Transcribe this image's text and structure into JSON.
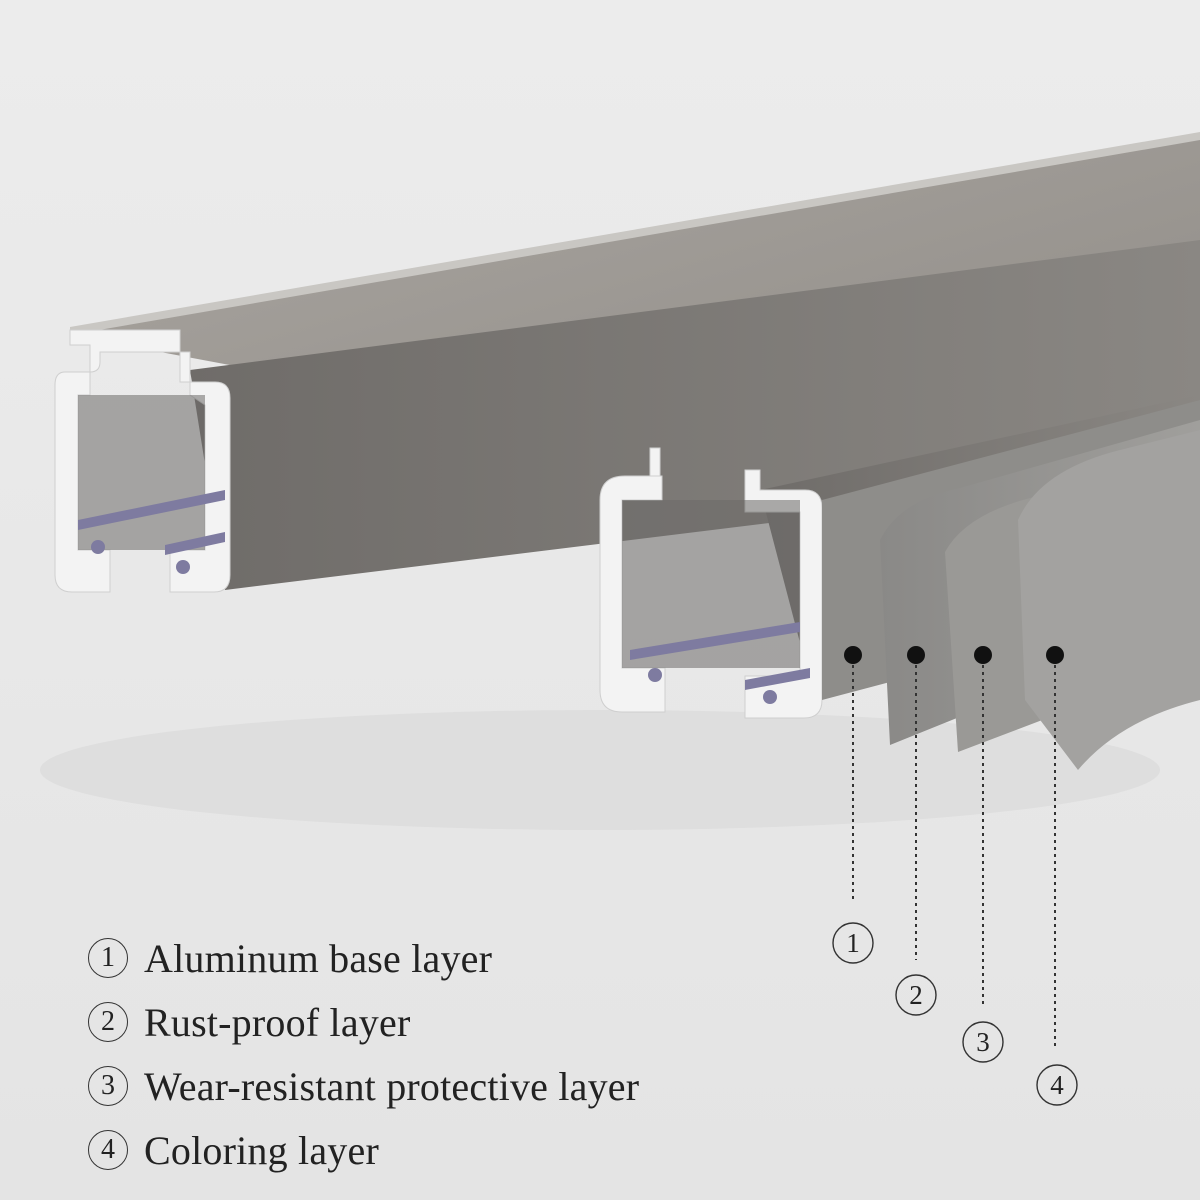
{
  "layers": [
    {
      "number": "1",
      "label": "Aluminum base layer"
    },
    {
      "number": "2",
      "label": "Rust-proof layer"
    },
    {
      "number": "3",
      "label": "Wear-resistant protective layer"
    },
    {
      "number": "4",
      "label": "Coloring layer"
    }
  ],
  "colors": {
    "background": "#e9e9e9",
    "track_top": "#9c9893",
    "track_channel": "#7d7a76",
    "aluminum_edge": "#f4f4f4",
    "runner_strip": "#7e7ba0",
    "layer_sheet": "#8f8e8c"
  }
}
